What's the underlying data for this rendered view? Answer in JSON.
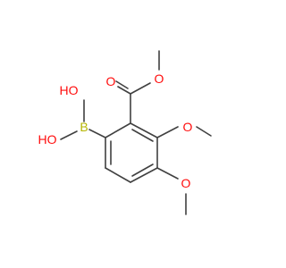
{
  "molecule": {
    "atoms": [
      {
        "id": "c1",
        "element": "C"
      },
      {
        "id": "c2",
        "element": "C"
      },
      {
        "id": "c3",
        "element": "C"
      },
      {
        "id": "c4",
        "element": "C"
      },
      {
        "id": "c5",
        "element": "C"
      },
      {
        "id": "c6",
        "element": "C"
      },
      {
        "id": "b",
        "element": "B",
        "label": "B"
      },
      {
        "id": "oh1",
        "element": "O",
        "label": "HO"
      },
      {
        "id": "oh2",
        "element": "O",
        "label": "HO"
      },
      {
        "id": "cc",
        "element": "C"
      },
      {
        "id": "oc",
        "element": "O",
        "label": "O"
      },
      {
        "id": "oe",
        "element": "O",
        "label": "O"
      },
      {
        "id": "me1",
        "element": "C"
      },
      {
        "id": "o3",
        "element": "O",
        "label": "O"
      },
      {
        "id": "me3",
        "element": "C"
      },
      {
        "id": "o4",
        "element": "O",
        "label": "O"
      },
      {
        "id": "me4",
        "element": "C"
      }
    ],
    "colors": {
      "bond": "#404040",
      "oxygen": "#ff0d0d",
      "boron": "#b5b500",
      "background": "#ffffff"
    }
  }
}
